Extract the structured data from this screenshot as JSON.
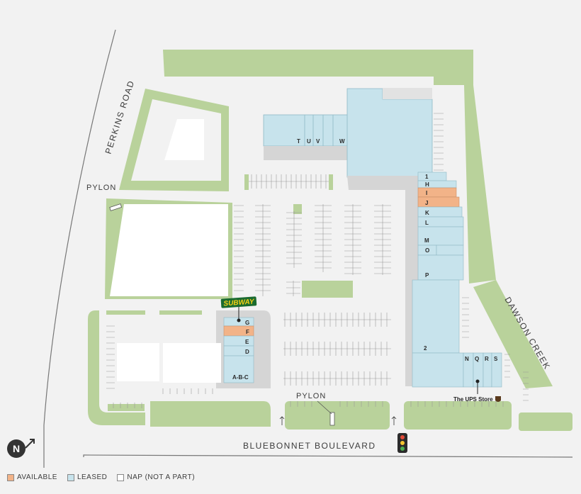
{
  "colors": {
    "background": "#f2f2f2",
    "green": "#b9d29b",
    "leased": "#c7e3ec",
    "available": "#f2b388",
    "nap": "#ffffff",
    "parking": "#d5d5d5",
    "building_nap": "#e2e2e2",
    "road_line": "#777777"
  },
  "roads": {
    "perkins": "PERKINS ROAD",
    "dawson": "DAWSON CREEK",
    "bluebonnet": "BLUEBONNET BOULEVARD"
  },
  "pylons": [
    "PYLON",
    "PYLON"
  ],
  "brands": {
    "subway": "SUBWAY",
    "ups": "The UPS Store"
  },
  "units": {
    "T": "T",
    "U": "U",
    "V": "V",
    "W": "W",
    "u1": "1",
    "H": "H",
    "I": "I",
    "J": "J",
    "K": "K",
    "L": "L",
    "M": "M",
    "O": "O",
    "P": "P",
    "u2": "2",
    "N": "N",
    "Q": "Q",
    "R": "R",
    "S": "S",
    "G": "G",
    "F": "F",
    "E": "E",
    "D": "D",
    "ABC": "A-B-C"
  },
  "legend": {
    "available": "AVAILABLE",
    "leased": "LEASED",
    "nap": "NAP (NOT A PART)"
  },
  "compass": "N"
}
